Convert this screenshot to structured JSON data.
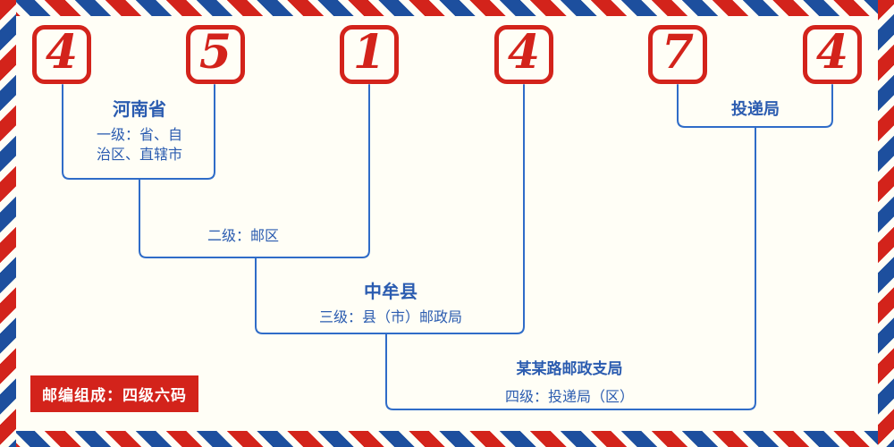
{
  "postal_code": {
    "digits": [
      "4",
      "5",
      "1",
      "4",
      "7",
      "4"
    ]
  },
  "annotations": {
    "level1": {
      "title": "河南省",
      "desc_line1": "一级：省、自",
      "desc_line2": "治区、直辖市"
    },
    "level2": {
      "desc": "二级：邮区"
    },
    "level3": {
      "title": "中牟县",
      "desc": "三级：县（市）邮政局"
    },
    "level4": {
      "title": "某某路邮政支局",
      "desc": "四级：投递局（区）"
    },
    "delivery_office": {
      "title": "投递局"
    },
    "badge": {
      "text": "邮编组成：四级六码"
    }
  },
  "colors": {
    "digit_red": "#d3231b",
    "stripe_red": "#d3231b",
    "stripe_blue": "#1d4f9e",
    "line_blue": "#2f6cc8",
    "text_blue": "#2b5cb0",
    "badge_red": "#d3231b",
    "badge_text": "#ffffff",
    "bg": "#fffef6"
  }
}
